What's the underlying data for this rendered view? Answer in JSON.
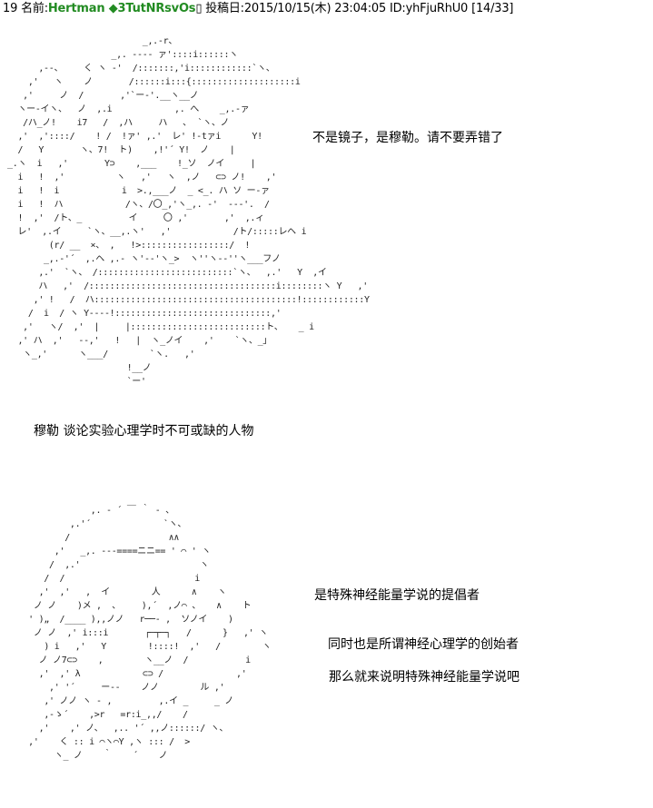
{
  "post": {
    "number": "19",
    "name_label": "名前:",
    "name": "Hertman ◆3TutNRsvOs",
    "box": "▯",
    "date_label": "投稿日:",
    "date": "2015/10/15(木) 23:04:05",
    "id": "ID:yhFjuRhU0",
    "counter": "[14/33]"
  },
  "art": {
    "figure_top": "                          _,.-r、\n                    _,. ---- ァ'::::i::::::ヽ\n      ,--、    く ヽ ‐'  /:::::::,'i::::::::::::`ヽ、\n    ,'   ヽ    ノ       /::::::i:::{::::::::::::::::::::i\n   ,'     ノ  /       ,'`ー-'.__ヽ__ノ\n  ヽー‐イヽ、  ノ  ,.i            ,. へ    _,.-ァ\n   /ハ_ノ!    i7   /  ,ハ     ハ   ､  `ヽ、ノ\n  ,'  ,'::::/    ! /  !ァ' ,.'  レ' !-tァi      Y!\n  /   Y       ヽ、7!  ト)    ,!'´ Y!  ノ    |\n_.ヽ  i   ,'       Y⊃    ,___    !_ソ  ノイ     |\n  i   !  ,'          ヽ   ,'   ヽ  ,ノ   ⊂⊃ ノ!    ,'\n  i   !  i            i  >.,___ノ  _ <_. ハ ソ ー‐ァ\n  i   !  ハ            /ヽ、/〇_,'ヽ_,. -'  ‐--'.  /\n  !  ,'  /ト、_         イ     〇 ,'       ,'  ,.ィ\n  レ'  ,.イ     `ヽ、__,.ヽ'   ,'            /ト/:::::レヘ i\n        (r/ __  ×、 ,   !>:::::::::::::::::/  !\n       _,.-'´  ,.ヘ ,.- ヽ'-‐'ヽ_>  ヽ''ヽ-‐''ヽ___フノ\n      ,.'  `ヽ、 /::::::::::::::::::::::::::`ヽ、  ,.'   Y  ,イ\n      ハ   ,'  /::::::::::::::::::::::::::::::::::::i::::::::ヽ Y   ,'\n     ,' !   /  ハ:::::::::::::::::::::::::::::::::::::::!::::::::::::Y\n    /  i  / ヽ Y‐‐‐‐!::::::::::::::::::::::::::::::,'\n   ,'   ヽ/  ,'  |     |::::::::::::::::::::::::::ト、   _ i\n  ,' ハ  ,'   ‐‐,'   !   |  ヽ_ノイ    ,'    `ヽ、_」\n   ヽ_,'      ヽ___/        `ヽ.   ,'\n                       !__ノ\n                       `ー'",
    "figure_bottom": "               ,. ‐ ´ ￣ ｀ ‐ 、\n           ,.'´              `ヽ、\n          /                   ∧∧\n        ,'   _,. ---====ニニ== ' ⌒ ' ヽ\n       /  ,.'                       ヽ\n      /  /                         i\n     ,'  ,'   ,  イ        人      ∧    ヽ\n    ノ ノ    )メ ,  、    ),´  ,ノ⌒ 、   ∧    ト\n   ' )„  /____ ),,ノノ   r──‐ ,  ソノイ    )\n    ノ ノ  ,' i:::i       ┌─┬─┐   /      }   ,' ヽ\n      ) i   ,'   Y        !::::!  ,'   /        ヽ\n     ノ ノ7⊂⊃    ,        ヽ__ノ  /           i\n     ,'  ,' λ            ⊂⊃ /              ,'\n       ,' '´     ー‐‐    ノノ        ル ,'\n      ,' ノノ ヽ ‐ ,         ,.イ _     _ ノ\n      ,-ゝ´    ,>r   =r:i_,,/    /\n     ,'    ,' ノ、  ,.. '´ ,,ノ::::::/ ヽ、\n   ,'    く :: i ⌒ヽ⌒Y ,ヽ ::: /  >\n        ヽ_ ノ    ｀    ´    ノ"
  },
  "lines": {
    "line1": "不是镜子，是穆勒。请不要弄错了",
    "line2": "穆勒  谈论实验心理学时不可或缺的人物",
    "line3": "是特殊神经能量学说的提倡者",
    "line4": "同时也是所谓神经心理学的创始者",
    "line5": "那么就来说明特殊神经能量学说吧"
  },
  "colors": {
    "name_green": "#228b22",
    "text": "#000000",
    "background": "#ffffff"
  }
}
